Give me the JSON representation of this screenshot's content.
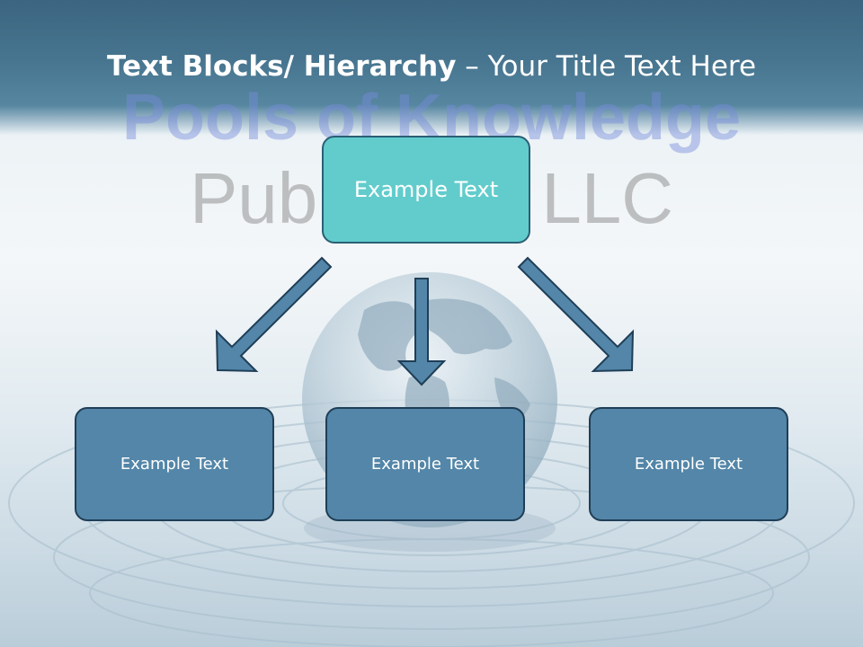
{
  "slide": {
    "title_bold": "Text Blocks/ Hierarchy",
    "title_dash": " – ",
    "title_rest": "Your Title Text Here"
  },
  "watermark": {
    "line1": "Pools of Knowledge",
    "line2": "Publishing LLC"
  },
  "diagram": {
    "top": {
      "label": "Example Text"
    },
    "children": [
      {
        "label": "Example Text"
      },
      {
        "label": "Example Text"
      },
      {
        "label": "Example Text"
      }
    ]
  },
  "colors": {
    "header": "#47758f",
    "top_box_fill": "#62cccc",
    "child_box_fill": "#5386a8",
    "arrow_fill": "#5386a8",
    "arrow_stroke": "#1f3e57"
  },
  "icons": {
    "background": "globe-in-water-icon",
    "connector": "arrow-icon"
  }
}
